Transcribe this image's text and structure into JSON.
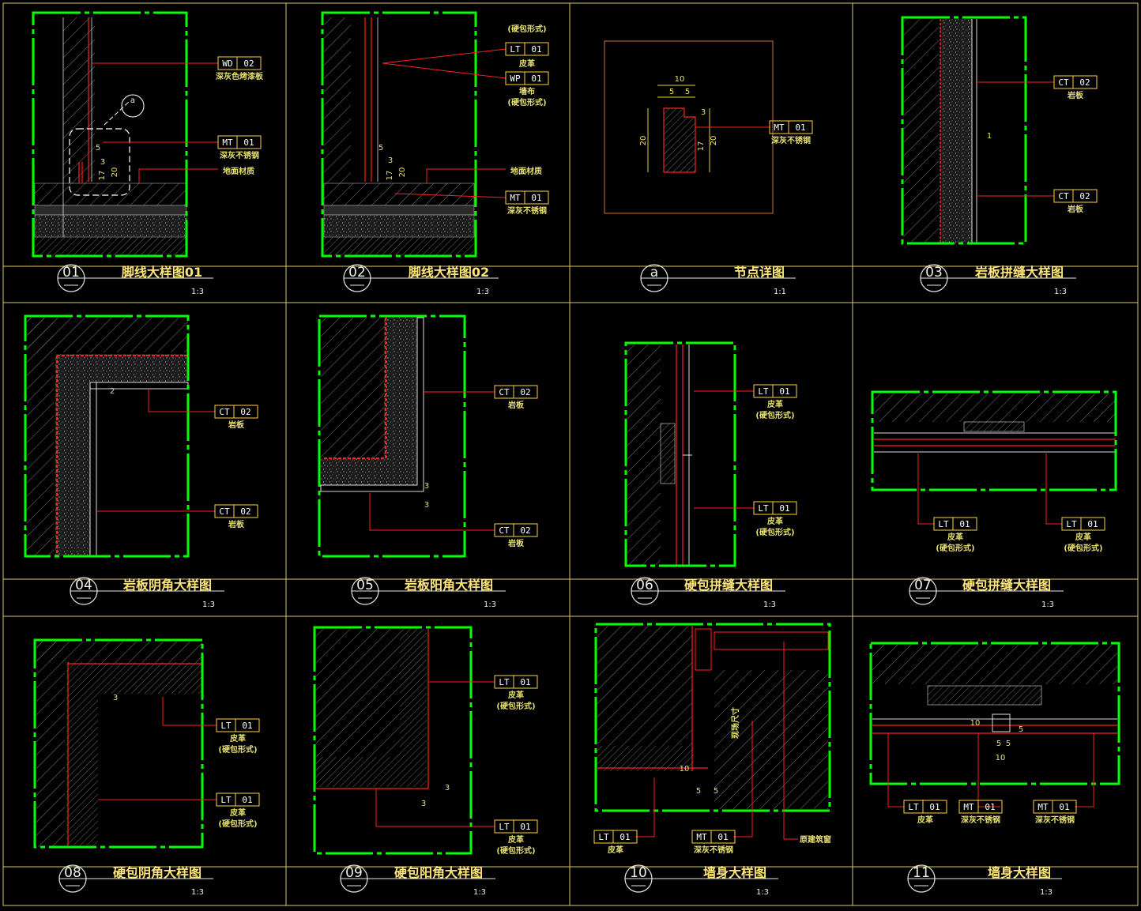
{
  "panels": [
    {
      "id": "p01",
      "num": "01",
      "title": "脚线大样图01",
      "scale": "1:3",
      "tags": [
        {
          "code": "WD",
          "num": "02",
          "desc": [
            "深灰色烤漆板"
          ]
        },
        {
          "code": "MT",
          "num": "01",
          "desc": [
            "深灰不锈钢"
          ]
        }
      ],
      "notes": [
        "地面材质"
      ],
      "dims": [
        "5",
        "3",
        "17",
        "20"
      ],
      "callout": "a"
    },
    {
      "id": "p02",
      "num": "02",
      "title": "脚线大样图02",
      "scale": "1:3",
      "tags": [
        {
          "code": "LT",
          "num": "01",
          "desc": [
            "(硬包形式)",
            "皮革"
          ]
        },
        {
          "code": "WP",
          "num": "01",
          "desc": [
            "墙布",
            "(硬包形式)"
          ]
        },
        {
          "code": "MT",
          "num": "01",
          "desc": [
            "深灰不锈钢"
          ]
        }
      ],
      "notes": [
        "地面材质"
      ],
      "dims": [
        "5",
        "3",
        "17",
        "20"
      ]
    },
    {
      "id": "pa",
      "num": "a",
      "title": "节点详图",
      "scale": "1:1",
      "tags": [
        {
          "code": "MT",
          "num": "01",
          "desc": [
            "深灰不锈钢"
          ]
        }
      ],
      "dims": [
        "10",
        "5",
        "5",
        "3",
        "20",
        "17",
        "20"
      ]
    },
    {
      "id": "p03",
      "num": "03",
      "title": "岩板拼缝大样图",
      "scale": "1:3",
      "tags": [
        {
          "code": "CT",
          "num": "02",
          "desc": [
            "岩板"
          ]
        },
        {
          "code": "CT",
          "num": "02",
          "desc": [
            "岩板"
          ]
        }
      ],
      "dims": [
        "1"
      ]
    },
    {
      "id": "p04",
      "num": "04",
      "title": "岩板阴角大样图",
      "scale": "1:3",
      "tags": [
        {
          "code": "CT",
          "num": "02",
          "desc": [
            "岩板"
          ]
        },
        {
          "code": "CT",
          "num": "02",
          "desc": [
            "岩板"
          ]
        }
      ],
      "dims": [
        "2"
      ]
    },
    {
      "id": "p05",
      "num": "05",
      "title": "岩板阳角大样图",
      "scale": "1:3",
      "tags": [
        {
          "code": "CT",
          "num": "02",
          "desc": [
            "岩板"
          ]
        },
        {
          "code": "CT",
          "num": "02",
          "desc": [
            "岩板"
          ]
        }
      ],
      "dims": [
        "3",
        "3"
      ]
    },
    {
      "id": "p06",
      "num": "06",
      "title": "硬包拼缝大样图",
      "scale": "1:3",
      "tags": [
        {
          "code": "LT",
          "num": "01",
          "desc": [
            "皮革",
            "(硬包形式)"
          ]
        },
        {
          "code": "LT",
          "num": "01",
          "desc": [
            "皮革",
            "(硬包形式)"
          ]
        }
      ]
    },
    {
      "id": "p07",
      "num": "07",
      "title": "硬包拼缝大样图",
      "scale": "1:3",
      "tags": [
        {
          "code": "LT",
          "num": "01",
          "desc": [
            "皮革",
            "(硬包形式)"
          ]
        },
        {
          "code": "LT",
          "num": "01",
          "desc": [
            "皮革",
            "(硬包形式)"
          ]
        }
      ]
    },
    {
      "id": "p08",
      "num": "08",
      "title": "硬包阴角大样图",
      "scale": "1:3",
      "tags": [
        {
          "code": "LT",
          "num": "01",
          "desc": [
            "皮革",
            "(硬包形式)"
          ]
        },
        {
          "code": "LT",
          "num": "01",
          "desc": [
            "皮革",
            "(硬包形式)"
          ]
        }
      ],
      "dims": [
        "3"
      ]
    },
    {
      "id": "p09",
      "num": "09",
      "title": "硬包阳角大样图",
      "scale": "1:3",
      "tags": [
        {
          "code": "LT",
          "num": "01",
          "desc": [
            "皮革",
            "(硬包形式)"
          ]
        },
        {
          "code": "LT",
          "num": "01",
          "desc": [
            "皮革",
            "(硬包形式)"
          ]
        }
      ],
      "dims": [
        "3",
        "3"
      ]
    },
    {
      "id": "p10",
      "num": "10",
      "title": "墙身大样图",
      "scale": "1:3",
      "tags": [
        {
          "code": "LT",
          "num": "01",
          "desc": [
            "皮革"
          ]
        },
        {
          "code": "MT",
          "num": "01",
          "desc": [
            "深灰不锈钢"
          ]
        }
      ],
      "notes": [
        "原建筑窗",
        "现场尺寸"
      ],
      "dims": [
        "10",
        "5",
        "5"
      ]
    },
    {
      "id": "p11",
      "num": "11",
      "title": "墙身大样图",
      "scale": "1:3",
      "tags": [
        {
          "code": "LT",
          "num": "01",
          "desc": [
            "皮革"
          ]
        },
        {
          "code": "MT",
          "num": "01",
          "desc": [
            "深灰不锈钢"
          ]
        },
        {
          "code": "MT",
          "num": "01",
          "desc": [
            "深灰不锈钢"
          ]
        }
      ],
      "dims": [
        "10",
        "5",
        "5",
        "10",
        "5"
      ]
    }
  ],
  "colors": {
    "background": "#000000",
    "frame": "#00ff00",
    "leader": "#ff2020",
    "outline": "#ffffff",
    "dimension": "#e8d040",
    "tag_box": "#ffd24a",
    "hatch": "#8a8a8a",
    "panel_border": "#d8c870"
  }
}
